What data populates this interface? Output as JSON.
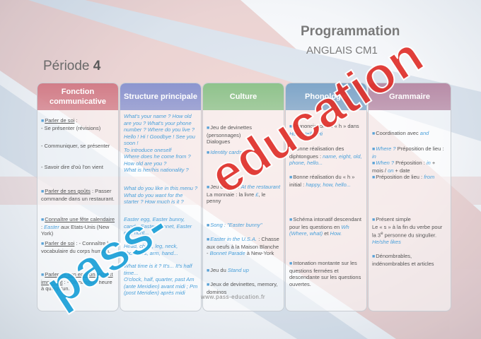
{
  "header": {
    "title": "Programmation",
    "subtitle": "ANGLAIS CM1",
    "periode_label": "Période",
    "periode_num": "4"
  },
  "columns": [
    {
      "label": "Fonction communicative",
      "color": "#d27d88"
    },
    {
      "label": "Structure principale",
      "color": "#8c95cf"
    },
    {
      "label": "Culture",
      "color": "#8fc38c"
    },
    {
      "label": "Phonologie",
      "color": "#7fa6c9"
    },
    {
      "label": "Grammaire",
      "color": "#b88ca7"
    }
  ],
  "col1": {
    "c1_a": "Parler de soi",
    "c1_b": " :",
    "c1_c": "- Se présenter (révisions)",
    "c1_d": "- Communiquer, se présenter",
    "c1_e": "- Savoir dire d'où l'on vient",
    "c1_f": "Parler de ses goûts",
    "c1_g": " : Passer commande dans un restaurant.",
    "c1_h": "Connaître une fête calendaire",
    "c1_i": " : ",
    "c1_j": "Easter",
    "c1_k": " aux Etats-Unis (New York)",
    "c1_l": "Parler de soi",
    "c1_m": " : - Connaître le vocabulaire du corps humain.",
    "c1_n": "Parler de son environnement immédiat",
    "c1_o": " : - Demander l'heure à quelqu'un."
  },
  "col2": {
    "c2_a": "What's your name ? How old are you ? What's your phone number ? Where do you live ?",
    "c2_b": "Hello ! Hi ! Goodbye ! See you soon !",
    "c2_c": "To introduce oneself",
    "c2_d": "Where does he come from ? How old are you ?",
    "c2_e": "What is her/his nationality ?",
    "c2_f": "What do you like in this menu ? What do you want for the starter ? How much is it ?",
    "c2_g": "Easter egg, Easter bunny, candy, Easter bonnet, Easter egg hunt...",
    "c2_h": "Head, chest, leg, neck, shoulders, arm, hand...",
    "c2_i": "What time is it ? It's... It's half time...",
    "c2_j": "O'clock, half, quarter, past Am (ante Meridien) avant midi ; Pm (post Meridien) après midi"
  },
  "col3": {
    "c3_a": "Jeu de devinettes (personnages)",
    "c3_b": "Dialogues",
    "c3_c": "Identity cards",
    "c3_d": "Jeu de rôle : ",
    "c3_e": "At the restaurant",
    "c3_f": "La monnaie : la livre ",
    "c3_g": "£",
    "c3_h": ", le penny",
    "c3_i": "Song : ",
    "c3_j": "\"Easter bunny\"",
    "c3_k": "Easter in the U.S.A.",
    "c3_l": " : Chasse aux oeufs à la Maison Blanche",
    "c3_m": "Bonnet Parade",
    "c3_n": " à New-York",
    "c3_o": "Jeu du ",
    "c3_p": "Stand up",
    "c3_q": "Jeux de devinettes, memory, dominos"
  },
  "col4": {
    "c4_a": "Prononciation du « h » dans ",
    "c4_b": "How, Hello, Hi",
    "c4_c": "Bonne réalisation des diphtongues : ",
    "c4_d": "name, eight, old, phone, hello...",
    "c4_e": "Bonne réalisation du « h » initial : ",
    "c4_f": "happy, how, hello...",
    "c4_g": "Schéma intonatif descendant pour les questions en ",
    "c4_h": "Wh (Where, what)",
    "c4_i": " et ",
    "c4_j": "How.",
    "c4_k": "Intonation montante sur les questions fermées et descendante sur les questions ouvertes."
  },
  "col5": {
    "c5_a": "Coordination avec ",
    "c5_b": "and",
    "c5_c": "Where ?",
    "c5_d": " Préposition de lieu : ",
    "c5_e": "in",
    "c5_f": "When ?",
    "c5_g": " Préposition : ",
    "c5_h": "in",
    "c5_i": " + mois / ",
    "c5_j": "on",
    "c5_k": " + date",
    "c5_l": "Préposition de lieu : ",
    "c5_m": "from",
    "c5_n": "Présent simple",
    "c5_o": "Le « s » à la fin du verbe pour la 3",
    "c5_p": "e",
    "c5_q": " personne du singulier. ",
    "c5_r": "He/she likes",
    "c5_s": "Dénombrables, indénombrables et articles"
  },
  "watermark": "pass-education",
  "footer": "www.pass-education.fr"
}
